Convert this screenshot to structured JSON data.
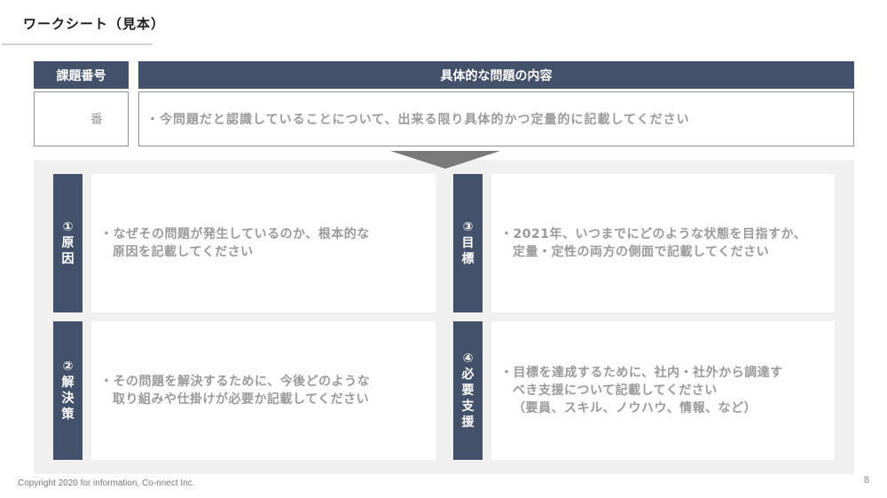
{
  "title": "ワークシート（見本）",
  "header": {
    "number_label": "課題番号",
    "content_label": "具体的な問題の内容"
  },
  "row": {
    "number_value": "番",
    "content_value": "・今問題だと認識していることについて、出来る限り具体的かつ定量的に記載してください"
  },
  "quadrants": [
    {
      "number": "①",
      "label_chars": [
        "原",
        "因"
      ],
      "lines": [
        "なぜその問題が発生しているのか、根本的な",
        "原因を記載してください"
      ]
    },
    {
      "number": "③",
      "label_chars": [
        "目",
        "標"
      ],
      "lines": [
        "2021年、いつまでにどのような状態を目指すか、",
        "定量・定性の両方の側面で記載してください"
      ]
    },
    {
      "number": "②",
      "label_chars": [
        "解",
        "決",
        "策"
      ],
      "lines": [
        "その問題を解決するために、今後どのような",
        "取り組みや仕掛けが必要か記載してください"
      ]
    },
    {
      "number": "④",
      "label_chars": [
        "必",
        "要",
        "支",
        "援"
      ],
      "lines": [
        "目標を達成するために、社内・社外から調達す",
        "べき支援について記載してください",
        "（要員、スキル、ノウハウ、情報、など）"
      ]
    }
  ],
  "footer": {
    "copyright": "Copyright 2020 for information, Co-nnect Inc.",
    "page_number": "8"
  },
  "colors": {
    "header_bg": "#43516a",
    "panel_bg": "#f0f0f0",
    "placeholder_text": "#9a9a9a",
    "arrow": "#7a7a7a"
  }
}
